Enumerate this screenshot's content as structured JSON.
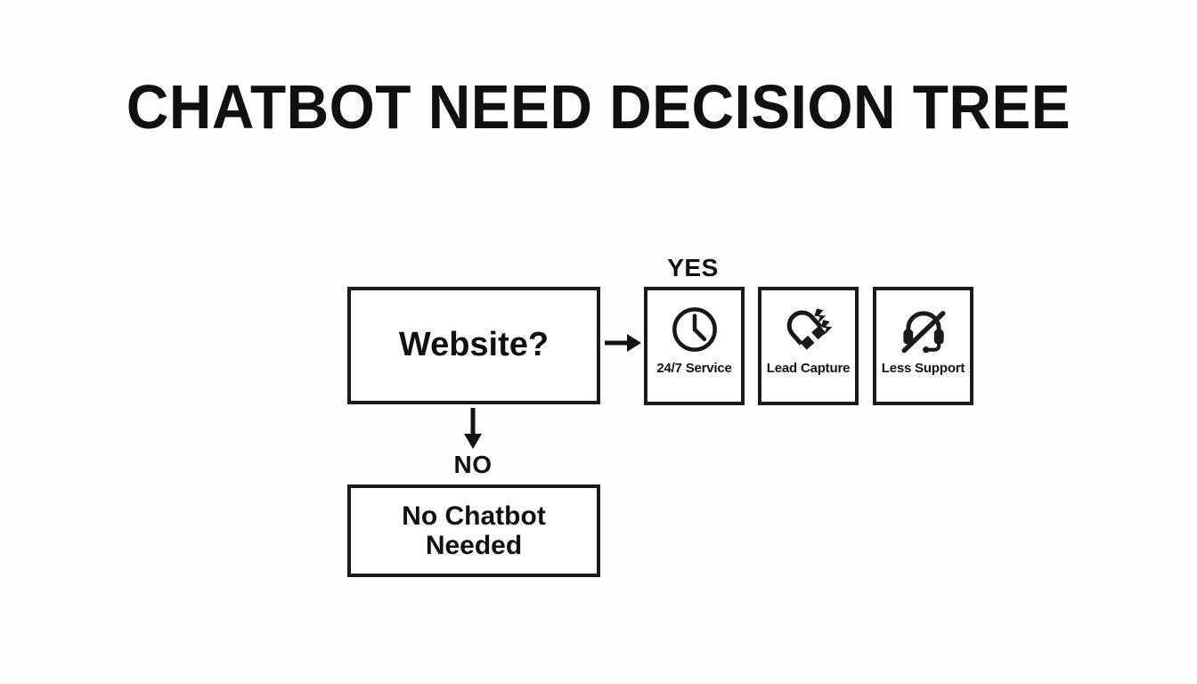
{
  "page": {
    "title": "CHATBOT NEED DECISION TREE",
    "background_color": "#fdfdfe",
    "ink_color": "#1b1b1f"
  },
  "diagram": {
    "type": "decision-tree",
    "decision_node": {
      "label": "Website?"
    },
    "branches": {
      "yes": {
        "label": "YES",
        "arrow": "arrow-right-icon"
      },
      "no": {
        "label": "NO",
        "arrow": "arrow-down-icon"
      }
    },
    "terminal_node": {
      "label": "No Chatbot Needed"
    },
    "outcomes": [
      {
        "label": "24/7 Service",
        "icon": "clock-icon"
      },
      {
        "label": "Lead Capture",
        "icon": "magnet-icon"
      },
      {
        "label": "Less Support",
        "icon": "headset-slash-icon"
      }
    ]
  }
}
